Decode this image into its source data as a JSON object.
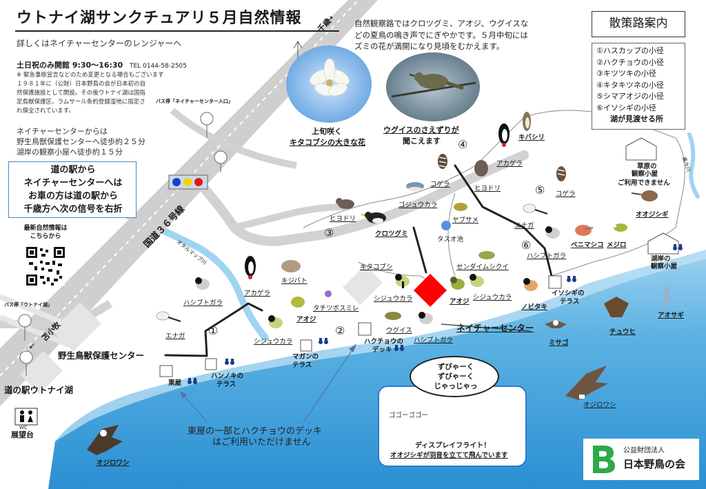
{
  "header": {
    "title": "ウトナイ湖サンクチュアリ５月自然情報",
    "subtitle": "詳しくはネイチャーセンターのレンジャーへ",
    "hours": "土日祝のみ開館 9:30〜16:30",
    "tel": "TEL 0144-58-2505",
    "note_lines": [
      "※ 緊急事態宣言などのため変更となる場合もございます",
      "１９８１年に（公財）日本野鳥の会が日本初の自",
      "然保護施設として開設。その後ウトナイ湖は国指",
      "定鳥獣保護区、ラムサール条約登録湿地に指定さ",
      "れ保全されています。"
    ],
    "bus_stop_nc": "バス停「ネイチャーセンター入口」",
    "directions": [
      "ネイチャーセンターからは",
      "野生鳥獣保護センターへ徒歩約２５分",
      "湖岸の観察小屋へ徒歩約１５分"
    ]
  },
  "station_box": {
    "lines": [
      "道の駅から",
      "ネイチャーセンターへは",
      "お車の方は道の駅から",
      "千歳方へ次の信号を右折"
    ]
  },
  "qr": {
    "label_lines": [
      "最新自然情報は",
      "こちらから"
    ]
  },
  "news": {
    "lines": [
      "自然観察路ではクロツグミ、アオジ、ウグイスな",
      "どの夏鳥の鳴き声でにぎやかです。５月中旬には",
      "ズミの花が満開になり見頃をむかえます。"
    ]
  },
  "photos": {
    "magnolia_lines": [
      "上旬咲く",
      "キタコブシの大きな花"
    ],
    "warbler_lines": [
      "ウグイスのさえずりが",
      "聞こえます"
    ]
  },
  "legend": {
    "title": "散策路案内",
    "items": [
      "①ハスカップの小径",
      "②ハクチョウの小径",
      "③キツツキの小径",
      "④キタキツネの小径",
      "⑤シマアオジの小径",
      "⑥イソシギの小径"
    ],
    "binocular_label": "湖が見渡せる所"
  },
  "roads": {
    "route36": "国道３６号線",
    "chitose": "千歳",
    "tomakomai": "苫小牧",
    "otarumappu": "オタルマップ川",
    "mikasa": "美々川"
  },
  "places": {
    "nature_center": "ネイチャーセンター",
    "wildlife_center": "野生鳥獣保護センター",
    "roadside_station": "道の駅ウトナイ湖",
    "pond": "タスオ池",
    "grass_hide_lines": [
      "草原の",
      "観察小屋"
    ],
    "grass_hide_note": "ご利用できません",
    "shore_hide_lines": [
      "湖岸の",
      "観察小屋"
    ],
    "isoshigi_terrace_lines": [
      "イソシギの",
      "テラス"
    ],
    "hannoki_terrace_lines": [
      "ハンノキの",
      "テラス"
    ],
    "magan_terrace_lines": [
      "マガンの",
      "テラス"
    ],
    "swan_deck_lines": [
      "ハクチョウの",
      "デッキ"
    ],
    "azumaya": "東屋",
    "wc": "WC",
    "observatory": "展望台",
    "bus_stop_utonai": "バス停「ウトナイ湖」"
  },
  "trail_numbers": [
    "①",
    "②",
    "③",
    "④",
    "⑤",
    "⑥"
  ],
  "birds": {
    "labels": [
      "ヒヨドリ",
      "クロツグミ",
      "ゴジュウカラ",
      "コゲラ",
      "ヤブサメ",
      "アカゲラ",
      "キバシリ",
      "ヒヨドリ",
      "コゲラ",
      "エナガ",
      "ベニマシコ",
      "メジロ",
      "オオジシギ",
      "ハシブトガラ",
      "センダイムシクイ",
      "キタコブシ",
      "シジュウカラ",
      "アオジ",
      "シジュウカラ",
      "ノビタキ",
      "ミサゴ",
      "チュウヒ",
      "アオサギ",
      "オジロワシ",
      "キジバト",
      "アカゲラ",
      "ハシブトガラ",
      "エナガ",
      "アオジ",
      "タチツボスミレ",
      "シジュウカラ",
      "ウグイス",
      "ハシブトガラ",
      "オジロワシ"
    ]
  },
  "sea_note_lines": [
    "東屋の一部とハクチョウのデッキ",
    "はご利用いただけません"
  ],
  "display_flight": {
    "bubble_lines": [
      "ずびゃーく",
      "ずびゃーく",
      "じゃっじゃっ"
    ],
    "sound": "ゴゴーゴゴー",
    "caption_lines": [
      "ディスプレイフライト！",
      "オオジシギが羽音を立てて飛んでいます"
    ]
  },
  "logo": {
    "org_small": "公益財団法人",
    "org_name": "日本野鳥の会",
    "brand_color": "#2eaa4a"
  },
  "colors": {
    "lake": "#3e9fd8",
    "lake_light": "#bfe2f5",
    "road_gray": "#c8c8c8",
    "nature_center": "#ff0000",
    "trail": "#222222"
  }
}
